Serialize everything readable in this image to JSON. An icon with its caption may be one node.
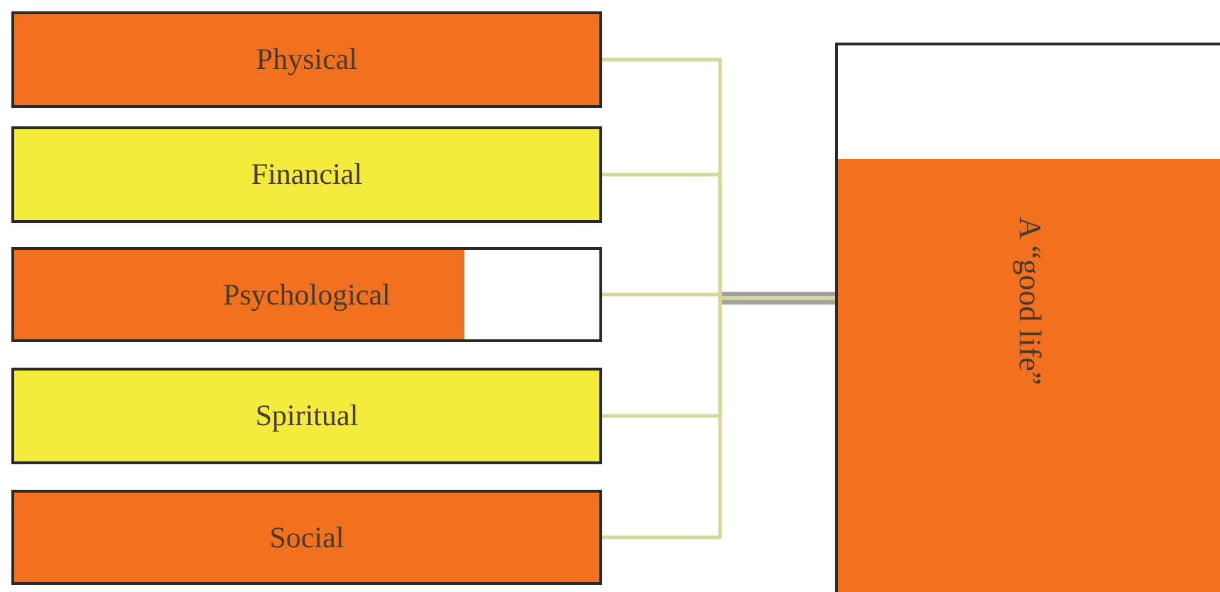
{
  "diagram": {
    "nodes": [
      {
        "text": [
          "Physical"
        ]
      },
      {
        "text": [
          "Financial"
        ]
      },
      {
        "text": [
          "Psychological"
        ]
      },
      {
        "text": [
          "Spiritual"
        ]
      },
      {
        "text": [
          "Social"
        ]
      },
      {
        "text": [
          "A “good life”"
        ]
      }
    ],
    "edges": [
      {
        "from": 0,
        "to": 5,
        "arrow": "none"
      },
      {
        "from": 1,
        "to": 5,
        "arrow": "none"
      },
      {
        "from": 2,
        "to": 5,
        "arrow": "none"
      },
      {
        "from": 3,
        "to": 5,
        "arrow": "none"
      },
      {
        "from": 4,
        "to": 5,
        "arrow": "none"
      }
    ]
  }
}
